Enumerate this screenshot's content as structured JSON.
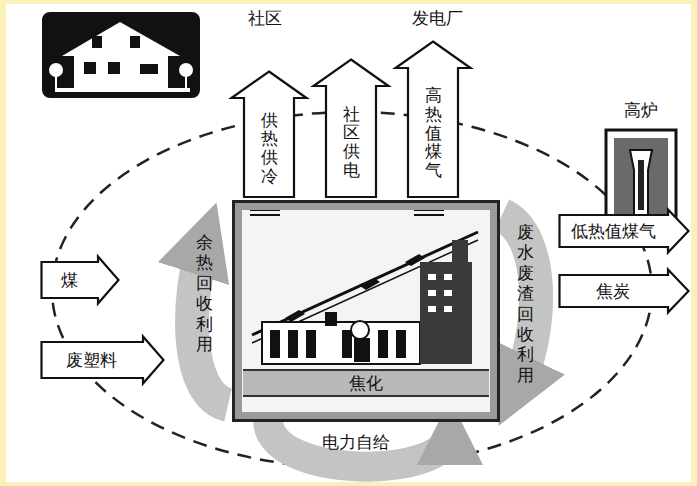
{
  "diagram": {
    "nodes": [
      {
        "text": [
          "供热供冷"
        ]
      },
      {
        "text": [
          "社区供电"
        ]
      },
      {
        "text": [
          "高热值煤气"
        ]
      },
      {
        "text": [
          "高炉"
        ]
      },
      {
        "text": [
          "煤"
        ]
      },
      {
        "text": [
          "废塑料"
        ]
      },
      {
        "text": [
          "焦化"
        ]
      },
      {
        "text": [
          "低热值煤气"
        ]
      },
      {
        "text": [
          "焦炭"
        ]
      }
    ],
    "labels": [
      "社区",
      "发电厂",
      "余热回收利用",
      "废水废渣回收利用",
      "电力自给"
    ]
  }
}
